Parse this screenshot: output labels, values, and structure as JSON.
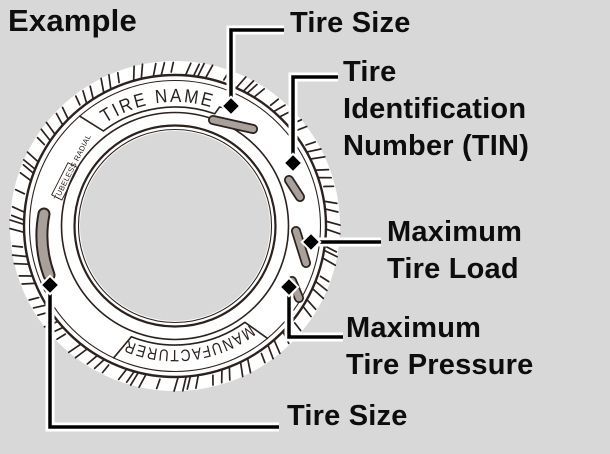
{
  "title": "Example",
  "tire": {
    "name_text": "TIRE  NAME",
    "manufacturer_text": "MANUFACTURER",
    "sidewall_text": "TUBELESS RADIAL"
  },
  "callouts": {
    "tire_size_top": {
      "lines": [
        "Tire Size"
      ]
    },
    "tin": {
      "lines": [
        "Tire",
        "Identification",
        "Number (TIN)"
      ]
    },
    "max_load": {
      "lines": [
        "Maximum",
        "Tire Load"
      ]
    },
    "max_pressure": {
      "lines": [
        "Maximum",
        "Tire Pressure"
      ]
    },
    "tire_size_bottom": {
      "lines": [
        "Tire Size"
      ]
    }
  },
  "colors": {
    "background": "#d8d8d8",
    "line": "#2b211d",
    "slot": "#a8a09b",
    "text": "#0e0d0d",
    "callout": "#000000"
  }
}
